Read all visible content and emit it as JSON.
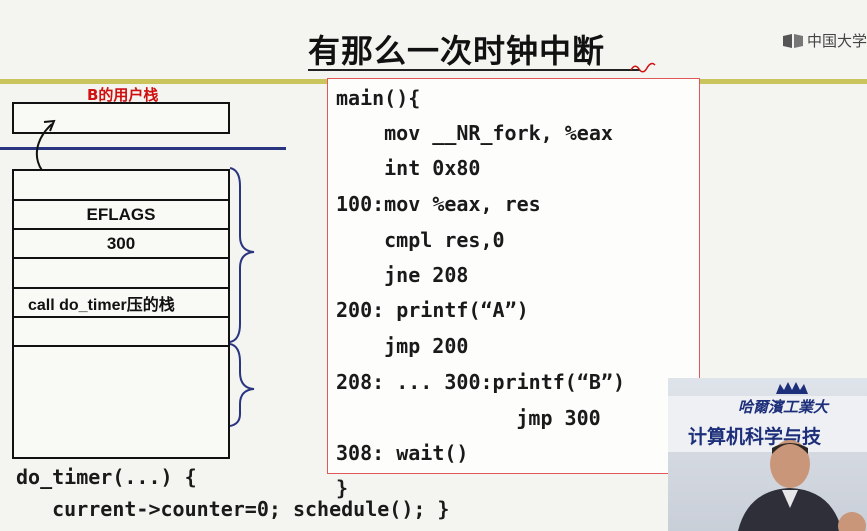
{
  "slide": {
    "title": "有那么一次时钟中断",
    "logo_text": "中国大学"
  },
  "stack": {
    "label": "B的用户栈",
    "cells": [
      "",
      "EFLAGS",
      "300",
      "",
      "call do_timer压的栈",
      "",
      ""
    ]
  },
  "code_lines": [
    "main(){",
    "   mov __NR_fork, %eax",
    "   int 0x80",
    "100:mov %eax, res",
    "   cmpl res,0",
    "   jne 208",
    "200: printf(“A”)",
    "   jmp 200",
    "208: ... 300:printf(“B”)",
    "         jmp 300",
    "308: wait()",
    "}"
  ],
  "bottom_code": [
    "do_timer(...) {",
    "   current->counter=0; schedule(); }"
  ],
  "video": {
    "school": "哈爾濱工業大",
    "dept": "计算机科学与技"
  },
  "colors": {
    "accent_red": "#d01010",
    "olive": "#c9c55c",
    "navy": "#2a3580"
  }
}
